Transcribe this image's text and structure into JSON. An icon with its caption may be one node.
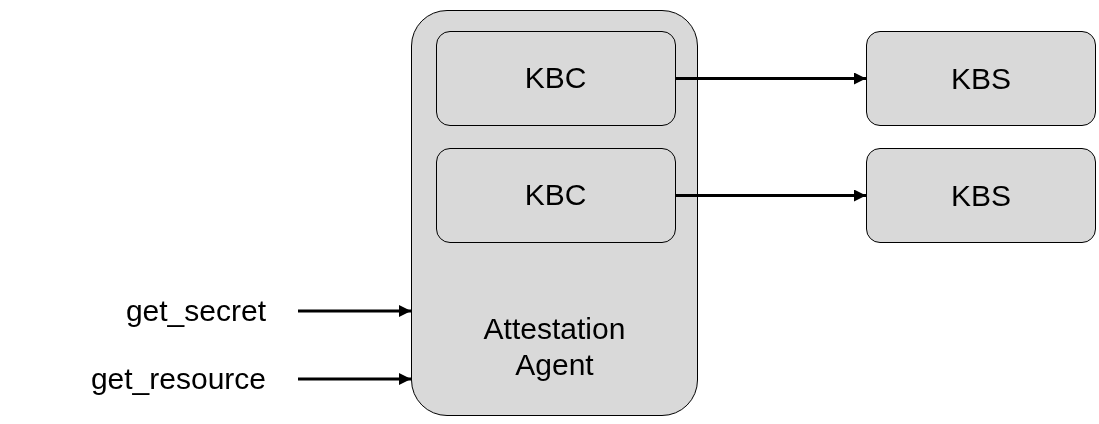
{
  "diagram": {
    "nodes": [
      {
        "text": [
          "Attestation Agent"
        ]
      },
      {
        "text": [
          "KBC"
        ],
        "in": 0
      },
      {
        "text": [
          "KBC"
        ],
        "in": 0
      },
      {
        "text": [
          "KBS"
        ]
      },
      {
        "text": [
          "KBS"
        ]
      },
      {
        "text": [
          "get_secret"
        ]
      },
      {
        "text": [
          "get_resource"
        ]
      }
    ],
    "edges": [
      {
        "from": 1,
        "to": 3,
        "arrow": "to"
      },
      {
        "from": 2,
        "to": 4,
        "arrow": "to"
      },
      {
        "from": 5,
        "to": 0,
        "arrow": "to"
      },
      {
        "from": 6,
        "to": 0,
        "arrow": "to"
      }
    ]
  }
}
